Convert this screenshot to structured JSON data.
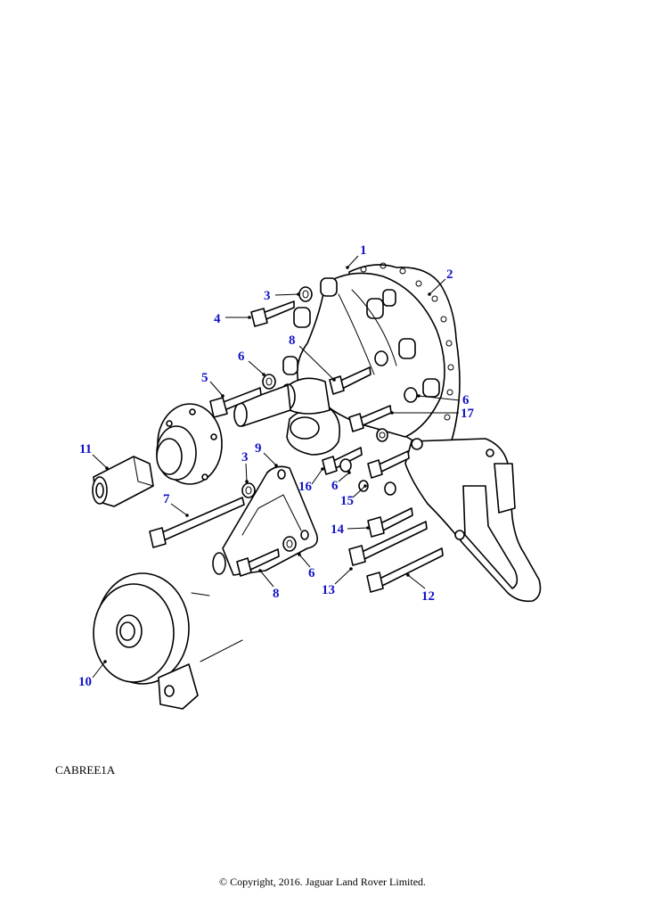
{
  "diagram": {
    "callouts": [
      "1",
      "2",
      "3",
      "4",
      "5",
      "6",
      "6",
      "6",
      "7",
      "8",
      "8",
      "9",
      "10",
      "11",
      "3",
      "12",
      "13",
      "14",
      "15",
      "16",
      "6",
      "17"
    ],
    "reference_code": "CABREE1A",
    "copyright": "© Copyright, 2016. Jaguar Land Rover Limited."
  },
  "colors": {
    "callout": "#1414c8",
    "line": "#000000",
    "background": "#ffffff"
  }
}
